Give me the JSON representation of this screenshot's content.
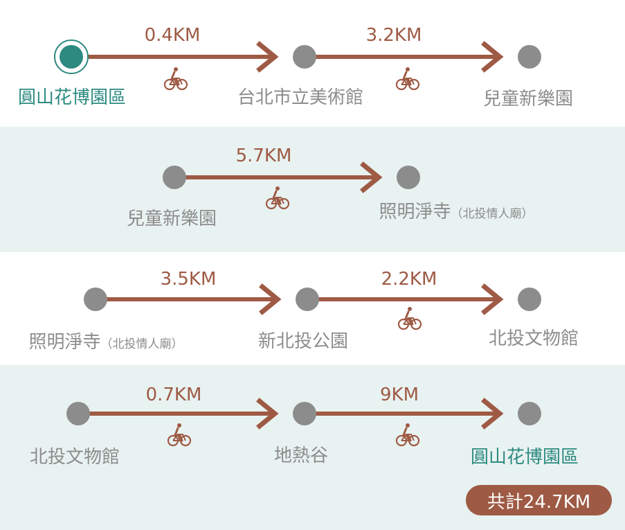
{
  "colors": {
    "arrow": "#9e5a44",
    "node": "#8c8c8c",
    "start": "#2c8a80",
    "label": "#8c8c8c",
    "highlight": "#2c8a80",
    "band": "#e8f2f1"
  },
  "rows": [
    {
      "stops": [
        {
          "name": "圓山花博園區",
          "note": "",
          "highlight": true,
          "start": true
        },
        {
          "name": "台北市立美術館",
          "note": ""
        },
        {
          "name": "兒童新樂園",
          "note": ""
        }
      ],
      "segments": [
        {
          "distance": "0.4KM",
          "icon": "bicycle-icon"
        },
        {
          "distance": "3.2KM",
          "icon": "bicycle-icon"
        }
      ]
    },
    {
      "stops": [
        {
          "name": "兒童新樂園",
          "note": ""
        },
        {
          "name": "照明淨寺",
          "note": "（北投情人廟）"
        }
      ],
      "segments": [
        {
          "distance": "5.7KM",
          "icon": "bicycle-icon"
        }
      ]
    },
    {
      "stops": [
        {
          "name": "照明淨寺",
          "note": "（北投情人廟）"
        },
        {
          "name": "新北投公園",
          "note": ""
        },
        {
          "name": "北投文物館",
          "note": ""
        }
      ],
      "segments": [
        {
          "distance": "3.5KM",
          "icon": ""
        },
        {
          "distance": "2.2KM",
          "icon": "bicycle-icon"
        }
      ]
    },
    {
      "stops": [
        {
          "name": "北投文物館",
          "note": ""
        },
        {
          "name": "地熱谷",
          "note": ""
        },
        {
          "name": "圓山花博園區",
          "note": "",
          "highlight": true
        }
      ],
      "segments": [
        {
          "distance": "0.7KM",
          "icon": "bicycle-icon"
        },
        {
          "distance": "9KM",
          "icon": "bicycle-icon"
        }
      ]
    }
  ],
  "total": "共計24.7KM"
}
